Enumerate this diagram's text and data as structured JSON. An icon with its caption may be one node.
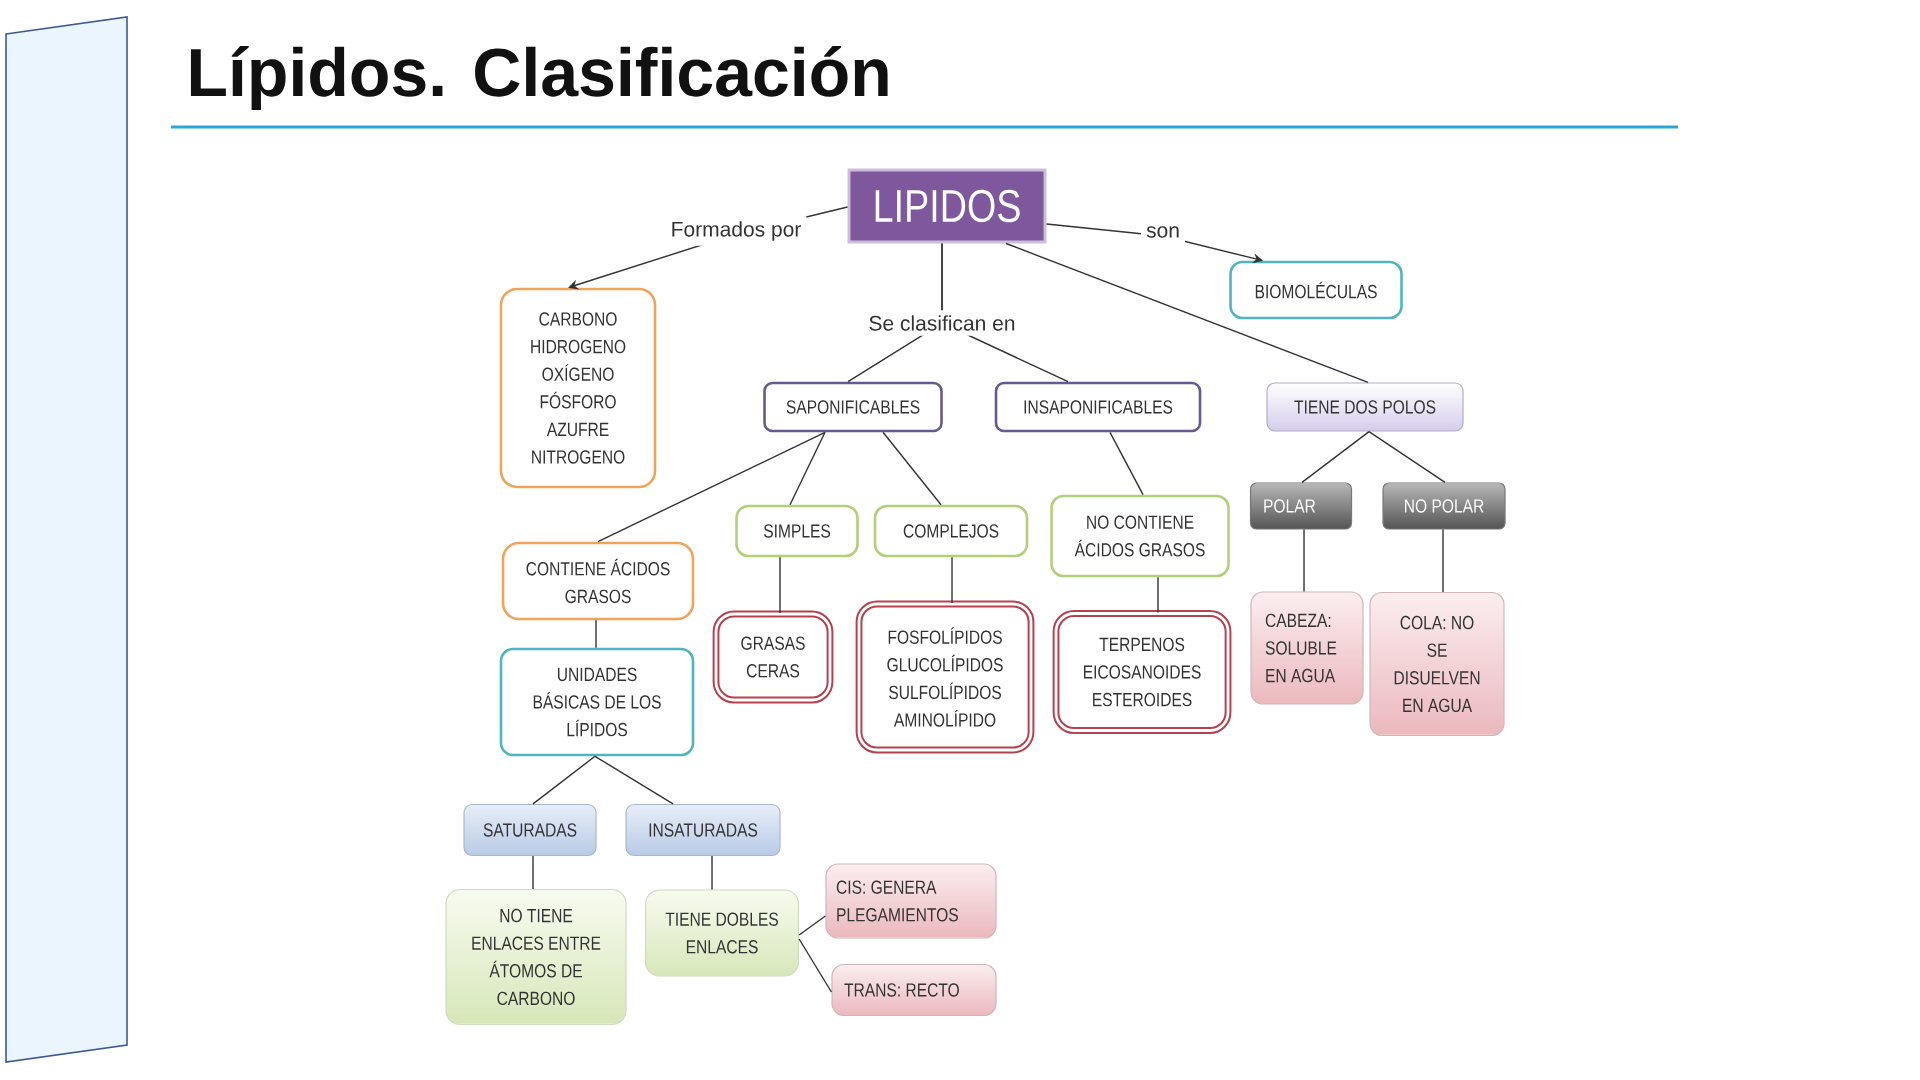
{
  "diagram": {
    "title": "Lípidos. Clasificación",
    "nodes": [
      {
        "text": [
          "LIPIDOS"
        ]
      },
      {
        "text": [
          "CARBONO",
          "HIDROGENO",
          "OXÍGENO",
          "FÓSFORO",
          "AZUFRE",
          "NITROGENO"
        ]
      },
      {
        "text": [
          "BIOMOLÉCULAS"
        ]
      },
      {
        "text": [
          "SAPONIFICABLES"
        ]
      },
      {
        "text": [
          "INSAPONIFICABLES"
        ]
      },
      {
        "text": [
          "TIENE DOS POLOS"
        ]
      },
      {
        "text": [
          "CONTIENE ÁCIDOS GRASOS"
        ]
      },
      {
        "text": [
          "SIMPLES"
        ]
      },
      {
        "text": [
          "COMPLEJOS"
        ]
      },
      {
        "text": [
          "NO CONTIENE ÁCIDOS GRASOS"
        ]
      },
      {
        "text": [
          "POLAR"
        ]
      },
      {
        "text": [
          "NO POLAR"
        ]
      },
      {
        "text": [
          "GRASAS",
          "CERAS"
        ]
      },
      {
        "text": [
          "FOSFOLÍPIDOS",
          "GLUCOLÍPIDOS",
          "SULFOLÍPIDOS",
          "AMINOLÍPIDO"
        ]
      },
      {
        "text": [
          "TERPENOS",
          "EICOSANOIDES",
          "ESTEROIDES"
        ]
      },
      {
        "text": [
          "CABEZA: SOLUBLE EN AGUA"
        ]
      },
      {
        "text": [
          "COLA: NO SE DISUELVEN EN AGUA"
        ]
      },
      {
        "text": [
          "UNIDADES BÁSICAS DE LOS LÍPIDOS"
        ]
      },
      {
        "text": [
          "SATURADAS"
        ]
      },
      {
        "text": [
          "INSATURADAS"
        ]
      },
      {
        "text": [
          "NO TIENE ENLACES ENTRE ÁTOMOS DE CARBONO"
        ]
      },
      {
        "text": [
          "TIENE DOBLES ENLACES"
        ]
      },
      {
        "text": [
          "CIS: GENERA PLEGAMIENTOS"
        ]
      },
      {
        "text": [
          "TRANS: RECTO"
        ]
      }
    ],
    "edges": [
      {
        "from": 0,
        "to": 1,
        "arrow": "to",
        "label": "Formados por"
      },
      {
        "from": 0,
        "to": 2,
        "arrow": "to",
        "label": "son"
      },
      {
        "from": 0,
        "to": 3,
        "arrow": "none",
        "label": "Se clasifican en"
      },
      {
        "from": 0,
        "to": 4,
        "arrow": "none"
      },
      {
        "from": 0,
        "to": 5,
        "arrow": "none"
      },
      {
        "from": 3,
        "to": 6,
        "arrow": "none"
      },
      {
        "from": 3,
        "to": 7,
        "arrow": "none"
      },
      {
        "from": 3,
        "to": 8,
        "arrow": "none"
      },
      {
        "from": 4,
        "to": 9,
        "arrow": "none"
      },
      {
        "from": 5,
        "to": 10,
        "arrow": "none"
      },
      {
        "from": 5,
        "to": 11,
        "arrow": "none"
      },
      {
        "from": 7,
        "to": 12,
        "arrow": "none"
      },
      {
        "from": 8,
        "to": 13,
        "arrow": "none"
      },
      {
        "from": 9,
        "to": 14,
        "arrow": "none"
      },
      {
        "from": 10,
        "to": 15,
        "arrow": "none"
      },
      {
        "from": 11,
        "to": 16,
        "arrow": "none"
      },
      {
        "from": 6,
        "to": 17,
        "arrow": "none"
      },
      {
        "from": 17,
        "to": 18,
        "arrow": "none"
      },
      {
        "from": 17,
        "to": 19,
        "arrow": "none"
      },
      {
        "from": 18,
        "to": 20,
        "arrow": "none"
      },
      {
        "from": 19,
        "to": 21,
        "arrow": "none"
      },
      {
        "from": 21,
        "to": 22,
        "arrow": "none"
      },
      {
        "from": 21,
        "to": 23,
        "arrow": "none"
      }
    ]
  }
}
